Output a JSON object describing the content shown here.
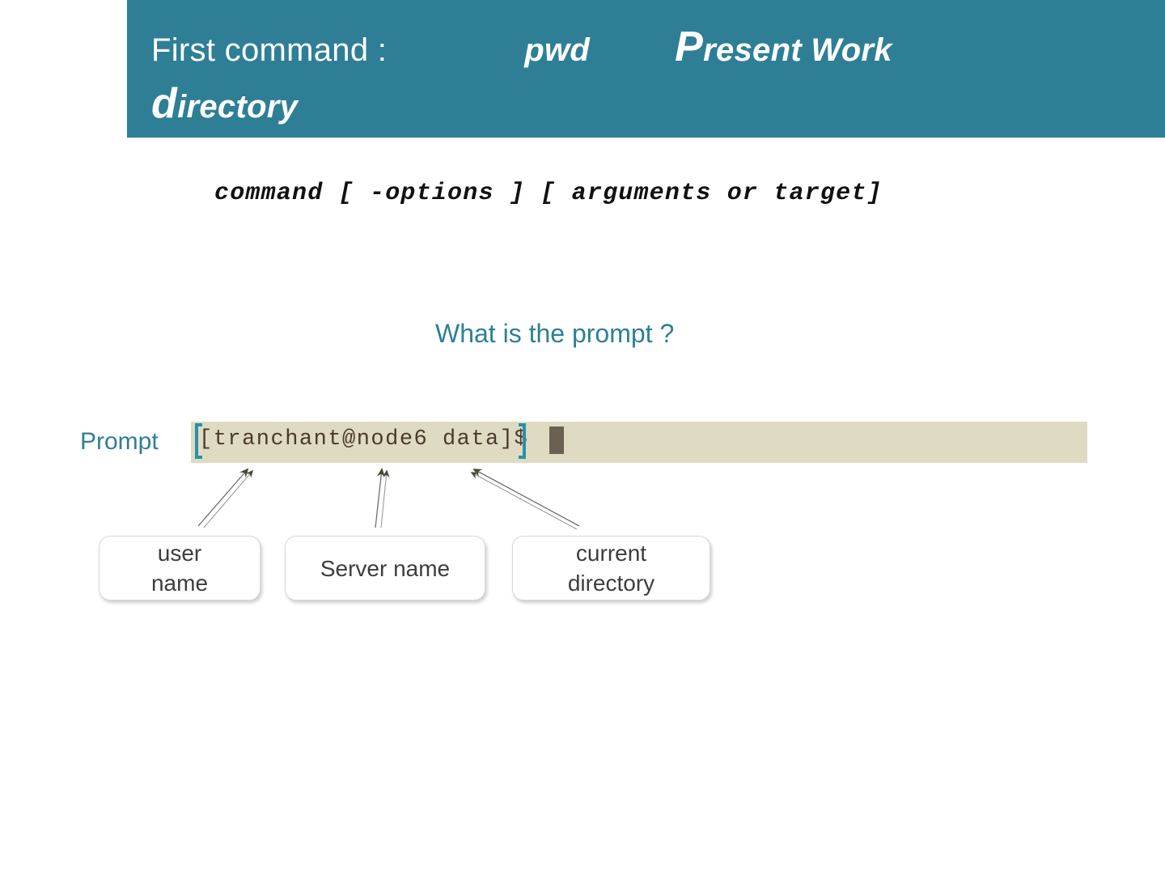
{
  "slide": {
    "background_color": "#ffffff",
    "accent_color": "#2E7F96",
    "terminal_bg_color": "#DFDBC3",
    "terminal_text_color": "#4B3A2C"
  },
  "header": {
    "title_part1": "First command :",
    "title_command": "pwd",
    "title_expansion_cap": "P",
    "title_expansion_rest": "resent Work",
    "title_line2_cap": "d",
    "title_line2_rest": "irectory"
  },
  "body": {
    "command_syntax": "command [ -options ] [ arguments or target]",
    "question": "What is the prompt ?"
  },
  "prompt": {
    "label": "Prompt",
    "terminal_text": "[tranchant@node6 data]$",
    "user_name": "tranchant",
    "server_name": "node6",
    "current_directory": "data",
    "cursor": "block-cursor"
  },
  "callouts": [
    {
      "id": "user-name",
      "label": "user\nname"
    },
    {
      "id": "server-name",
      "label": "Server name"
    },
    {
      "id": "current-dir",
      "label": "current\ndirectory"
    }
  ],
  "callout_labels": {
    "user_name_line1": "user",
    "user_name_line2": "name",
    "server_name": "Server name",
    "current_dir_line1": "current",
    "current_dir_line2": "directory"
  }
}
